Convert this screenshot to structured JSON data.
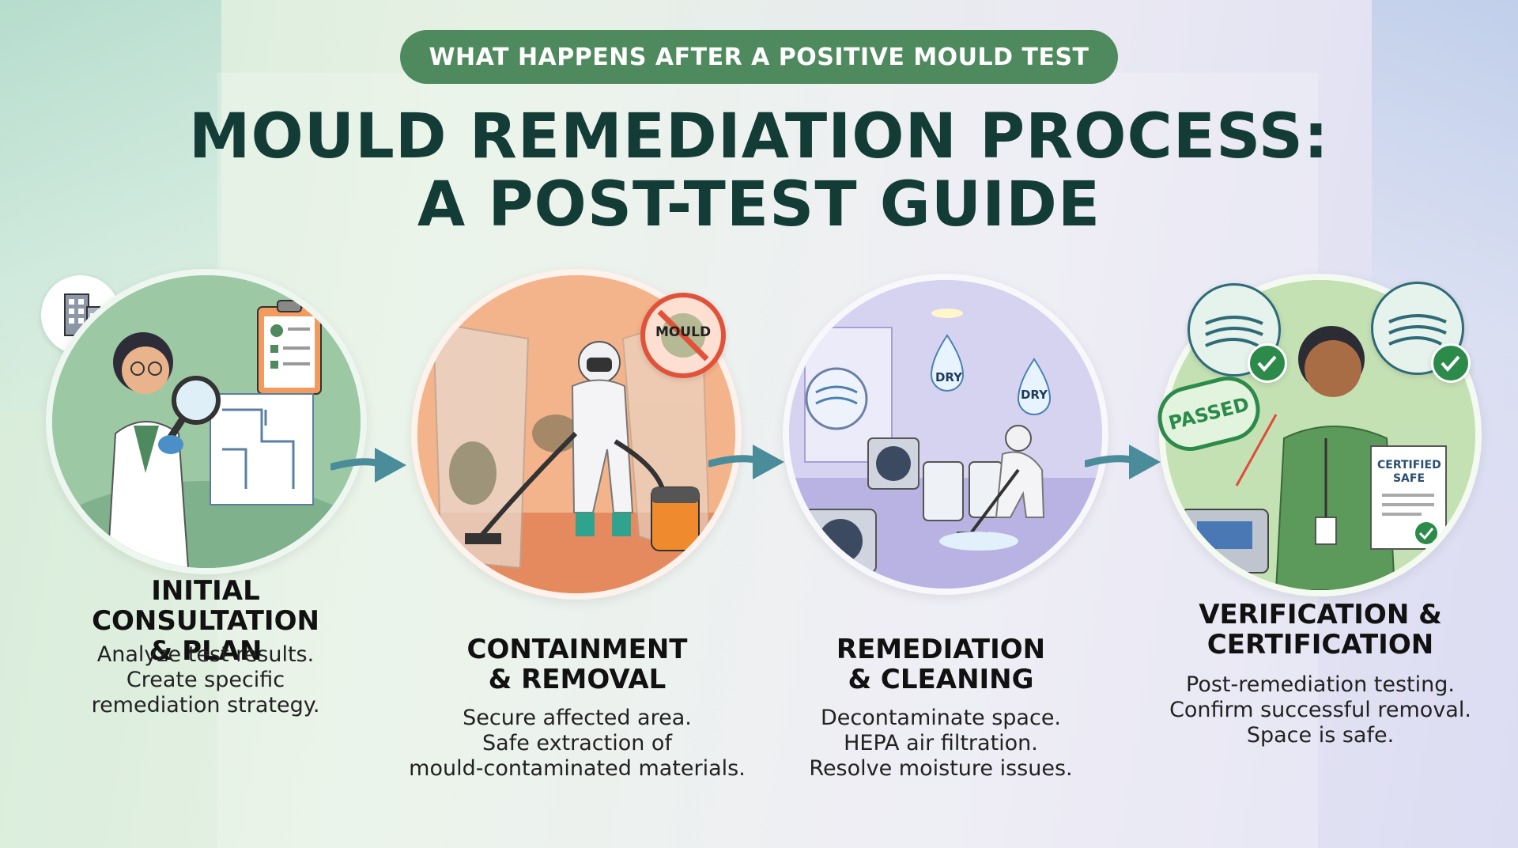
{
  "header": {
    "subtitle": "WHAT HAPPENS AFTER A POSITIVE MOULD TEST",
    "title_line1": "MOULD REMEDIATION PROCESS:",
    "title_line2": "A POST-TEST GUIDE"
  },
  "steps": [
    {
      "title": "INITIAL CONSULTATION\n& PLAN",
      "description": "Analyze test results.\nCreate specific\nremediation strategy.",
      "icon": "consultant-icon"
    },
    {
      "title": "CONTAINMENT\n& REMOVAL",
      "description": "Secure affected area.\nSafe extraction of\nmould-contaminated materials.",
      "icon": "containment-icon",
      "sign_text": "MOULD"
    },
    {
      "title": "REMEDIATION\n& CLEANING",
      "description": "Decontaminate space.\nHEPA air filtration.\nResolve moisture issues.",
      "icon": "cleaning-icon",
      "drop_text": "DRY"
    },
    {
      "title": "VERIFICATION &\nCERTIFICATION",
      "description": "Post-remediation testing.\nConfirm successful removal.\nSpace is safe.",
      "icon": "verification-icon",
      "stamp_text": "PASSED",
      "certificate_text": "CERTIFIED\nSAFE"
    }
  ],
  "colors": {
    "pill": "#4e8a5e",
    "title": "#143c36",
    "arrow": "#4a8c9a",
    "step1_bg": "#8fc09a",
    "step2_bg": "#f0a77e",
    "step3_bg": "#c9c6ec",
    "step4_bg": "#b7d9a8"
  }
}
